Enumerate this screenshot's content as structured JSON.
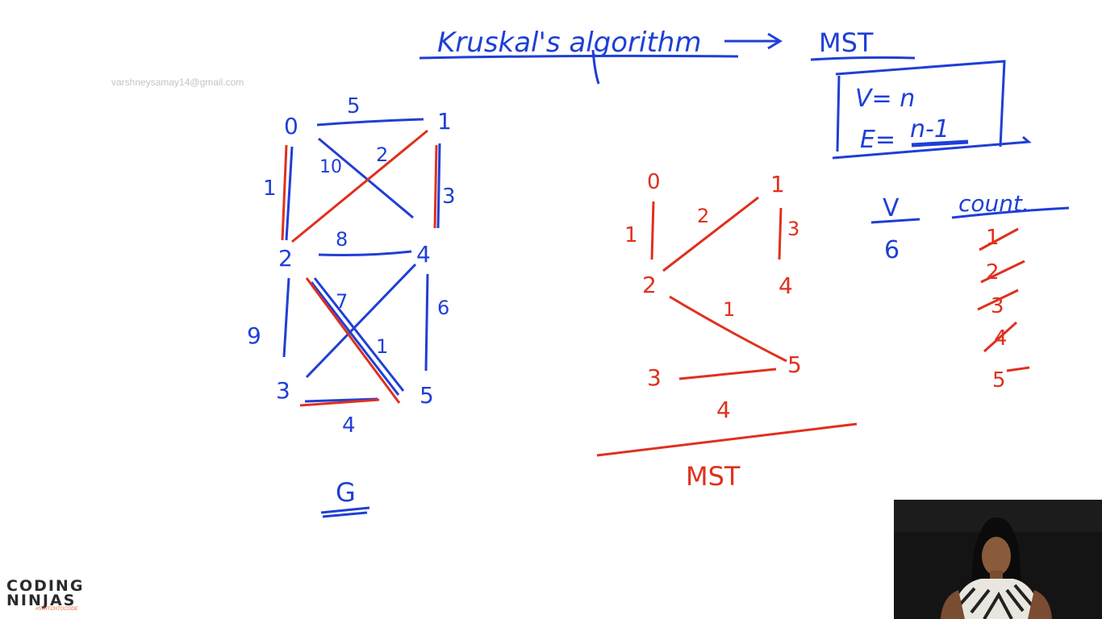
{
  "title": {
    "text": "Kruskal's algorithm",
    "arrow_to": "MST"
  },
  "box": {
    "line1": "V= n",
    "line2_prefix": "E=",
    "line2_value": "n-1"
  },
  "watermark": "varshneysamay14@gmail.com",
  "graph_g": {
    "label": "G",
    "nodes": [
      "0",
      "1",
      "2",
      "3",
      "4",
      "5"
    ],
    "edge_weights": {
      "e01": "5",
      "e02": "1",
      "e03": "10",
      "e12": "2",
      "e14": "3",
      "e24": "8",
      "e23": "9",
      "e25": "7",
      "e25b": "1",
      "e45": "6",
      "e35": "4"
    }
  },
  "mst": {
    "label": "MST",
    "nodes": [
      "0",
      "1",
      "2",
      "4",
      "3",
      "5"
    ],
    "edge_weights": {
      "e02": "1",
      "e12": "2",
      "e14": "3",
      "e25": "1",
      "e35": "4"
    }
  },
  "tally": {
    "v_header": "V",
    "v_value": "6",
    "count_header": "count.",
    "counts": [
      "1",
      "2",
      "3",
      "4",
      "5"
    ]
  },
  "logo": {
    "line1": "CODING",
    "line2": "NINJAS",
    "tagline": "#SWITCHTOCODE"
  },
  "colors": {
    "marker_blue": "#1f3fd6",
    "marker_red": "#e0301e"
  }
}
